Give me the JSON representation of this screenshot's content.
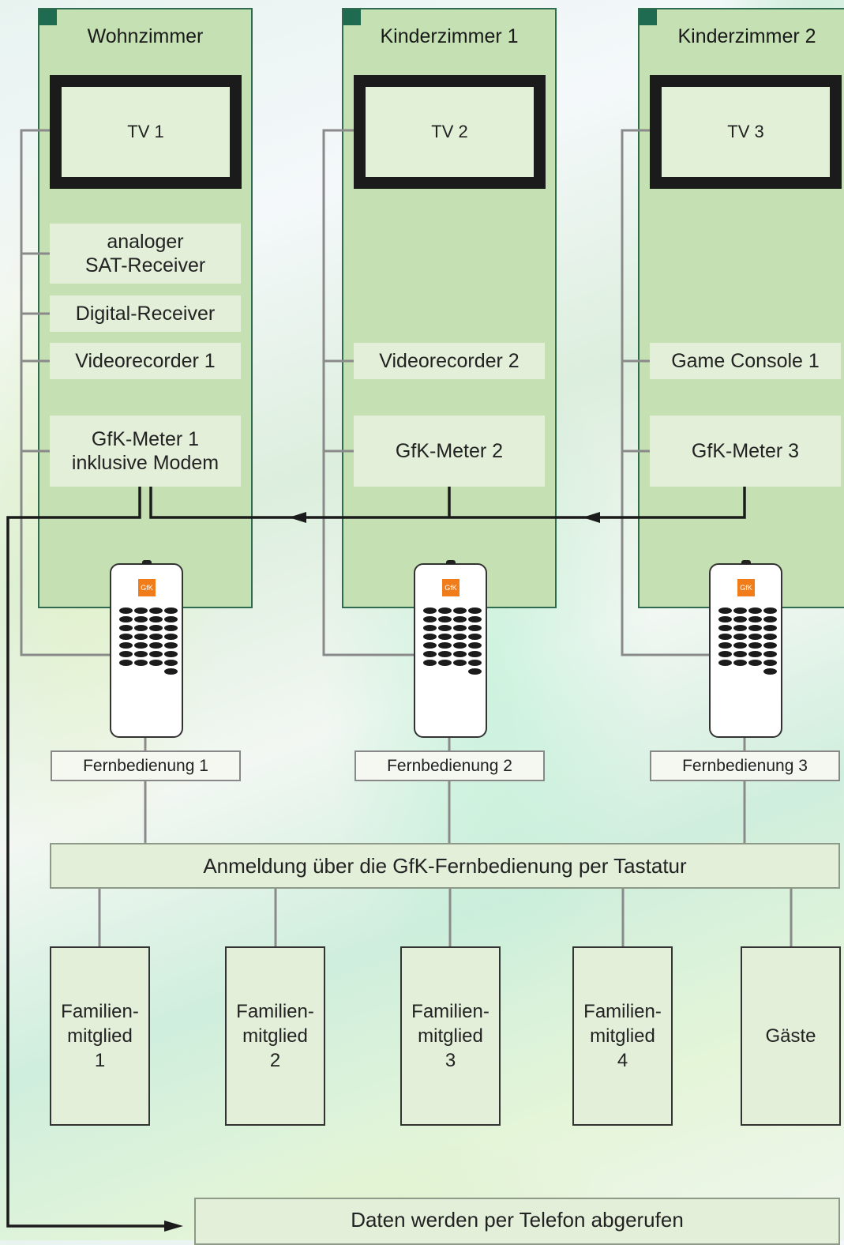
{
  "rooms": [
    {
      "title": "Wohnzimmer",
      "tv": "TV 1",
      "devices": [
        "analoger\nSAT-Receiver",
        "Digital-Receiver",
        "Videorecorder 1"
      ],
      "meter": "GfK-Meter 1\ninklusive Modem",
      "remote": "Fernbedienung 1"
    },
    {
      "title": "Kinderzimmer 1",
      "tv": "TV 2",
      "devices": [
        "Videorecorder 2"
      ],
      "meter": "GfK-Meter 2",
      "remote": "Fernbedienung 2"
    },
    {
      "title": "Kinderzimmer 2",
      "tv": "TV 3",
      "devices": [
        "Game Console 1"
      ],
      "meter": "GfK-Meter 3",
      "remote": "Fernbedienung 3"
    }
  ],
  "remote_logo": "GfK",
  "login": "Anmeldung über die GfK-Fernbedienung per Tastatur",
  "members": [
    "Familien-\nmitglied\n1",
    "Familien-\nmitglied\n2",
    "Familien-\nmitglied\n3",
    "Familien-\nmitglied\n4",
    "Gäste"
  ],
  "footer": "Daten werden per Telefon abgerufen",
  "colors": {
    "room_bg": "#c5e0b3",
    "room_border": "#2e6b4f",
    "tv_frame": "#1b1b1b",
    "logo": "#f07d1a",
    "line_gray": "#8a8a8a",
    "line_dark": "#1b1b1b"
  }
}
